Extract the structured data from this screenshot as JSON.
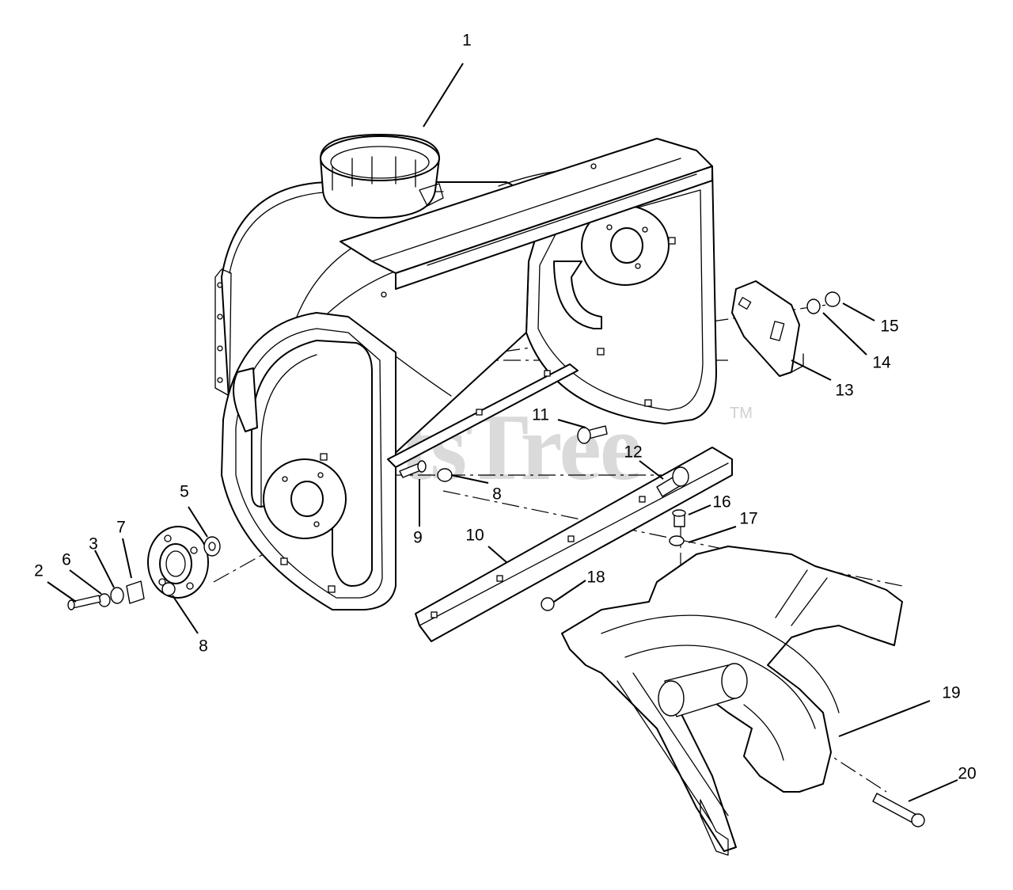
{
  "watermark": {
    "text": "PartsTree",
    "trademark": "TM"
  },
  "callouts": {
    "c1": "1",
    "c2": "2",
    "c3": "3",
    "c5": "5",
    "c6": "6",
    "c7": "7",
    "c8a": "8",
    "c8b": "8",
    "c9": "9",
    "c10": "10",
    "c11": "11",
    "c12": "12",
    "c13": "13",
    "c14": "14",
    "c15": "15",
    "c16": "16",
    "c17": "17",
    "c18": "18",
    "c19": "19",
    "c20": "20"
  }
}
